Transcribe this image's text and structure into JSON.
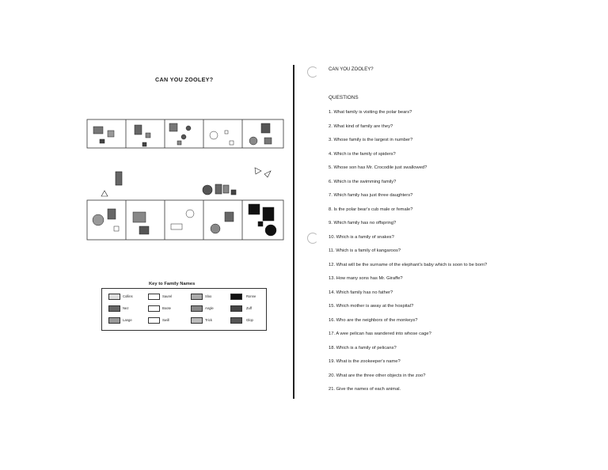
{
  "left_page": {
    "title": "CAN YOU ZOOLEY?",
    "key_title": "Key to Family Names",
    "key_names": [
      [
        "Collins",
        "Saurel",
        "Sloo",
        "Ronne"
      ],
      [
        "Nez",
        "Boote",
        "Angle",
        "Zuff"
      ],
      [
        "Lange",
        "Swill",
        "Trick",
        "Glop"
      ]
    ]
  },
  "right_page": {
    "title": "CAN YOU ZOOLEY?",
    "questions_heading": "QUESTIONS",
    "questions": [
      "1. What family is visiting the polar bears?",
      "2. What kind of family are they?",
      "3. Whose family is the largest in number?",
      "4. Which is the family of spiders?",
      "5. Whose son has Mr. Crocodile just swallowed?",
      "6. Which is the swimming family?",
      "7. Which family has just three daughters?",
      "8. Is the polar bear's cub male or female?",
      "9. Which family has no offspring?",
      "10. Which is a family of snakes?",
      "11. Which is a family of kangaroos?",
      "12. What will be the surname of the elephant's baby which is soon to be born?",
      "13. How many sons has Mr. Giraffe?",
      "14. Which family has no father?",
      "15. Which mother is away at the hospital?",
      "16. Who are the neighbors of the monkeys?",
      "17. A wee pelican has wandered into whose cage?",
      "18. Which is a family of pelicans?",
      "19. What is the zookeeper's name?",
      "20. What are the three other objects in the zoo?",
      "21. Give the names of each animal."
    ]
  }
}
